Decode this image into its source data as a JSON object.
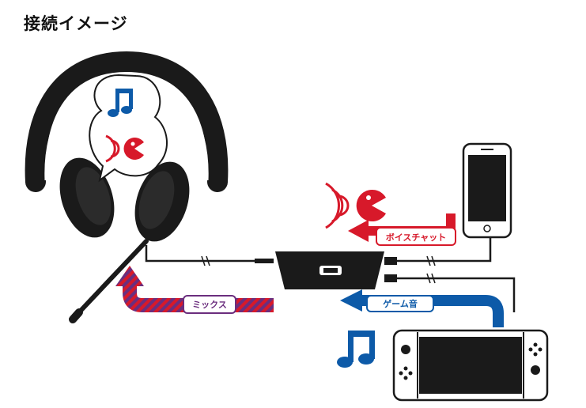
{
  "title": "接続イメージ",
  "labels": {
    "voice_chat": "ボイスチャット",
    "game_audio": "ゲーム音",
    "mix": "ミックス"
  },
  "colors": {
    "voice_red": "#d7192a",
    "game_blue": "#0d5aa8",
    "mix_purple": "#6b2e7e",
    "device_black": "#1a1a1a"
  },
  "icons": [
    "music-note-icon",
    "voice-pacman-icon",
    "headset-icon",
    "smartphone-icon",
    "game-console-icon",
    "audio-mixer-icon"
  ]
}
